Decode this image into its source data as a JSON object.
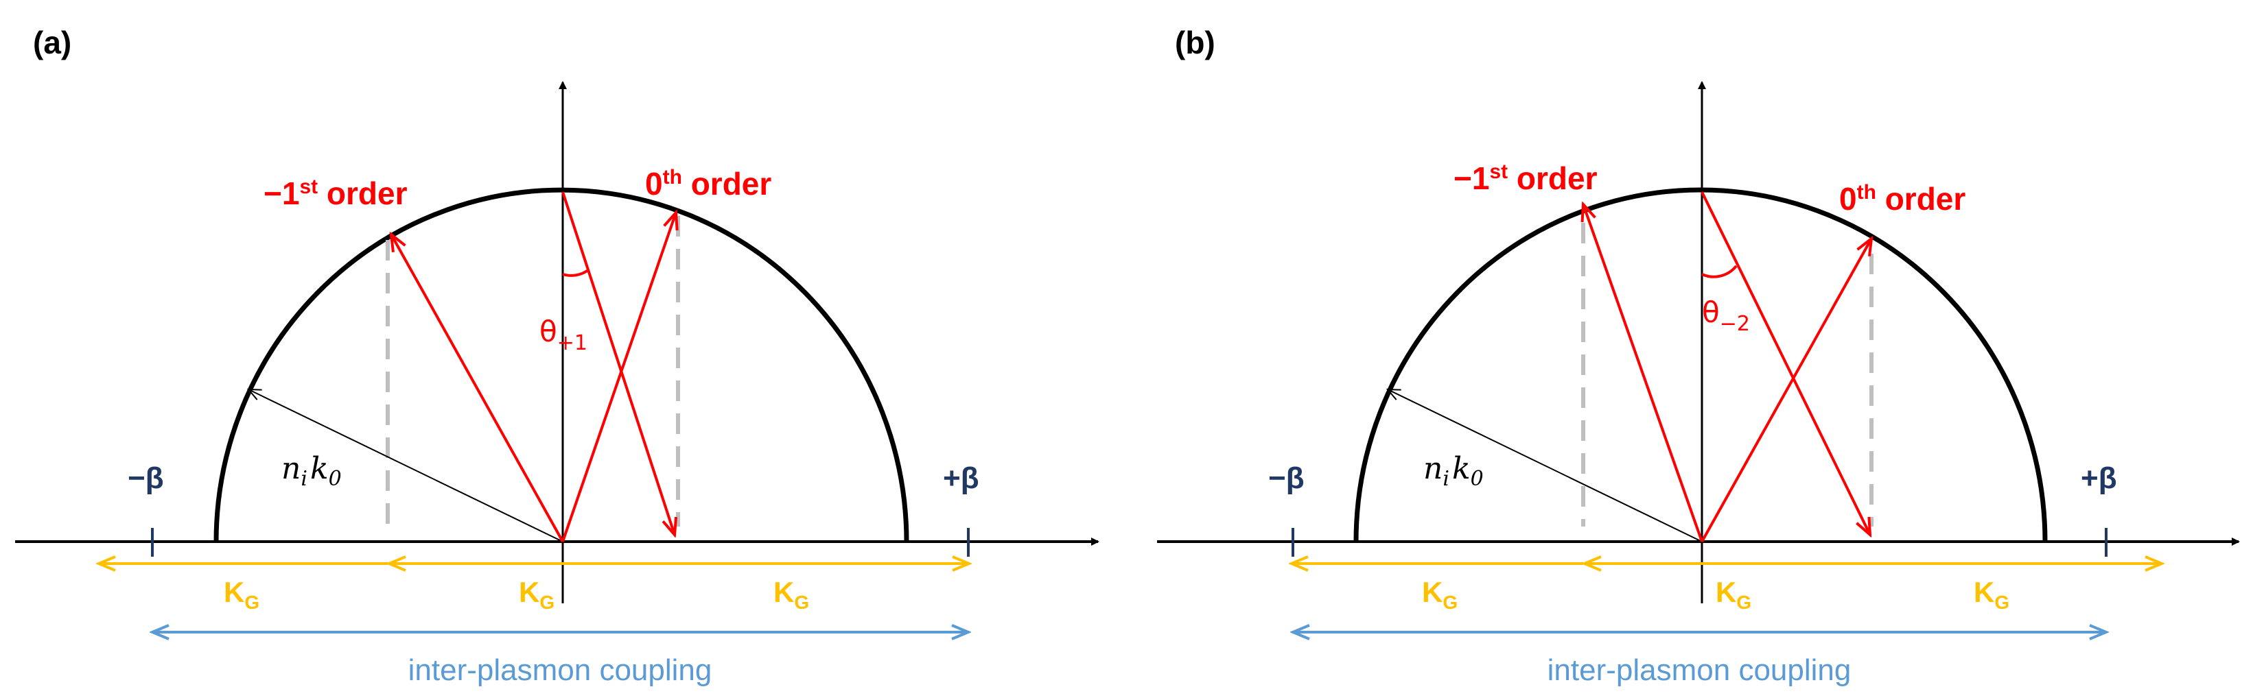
{
  "colors": {
    "axis": "#000000",
    "circle": "#000000",
    "ray": "#ff0000",
    "order_text": "#ff0000",
    "beta": "#1f3864",
    "kg": "#ffc000",
    "coupling": "#5b9bd5",
    "dashed": "#bfbfbf"
  },
  "panels": [
    {
      "label": "(a)",
      "minus_first": {
        "text": "−1",
        "sup": "st",
        "rest": " order"
      },
      "zeroth": {
        "text": "0",
        "sup": "th",
        "rest": " order"
      },
      "theta": {
        "symbol": "θ",
        "sub": "+1"
      },
      "radius_label": {
        "n": "n",
        "n_sub": "i",
        "k": "k",
        "k_sub": "0"
      },
      "minus_beta": "−β",
      "plus_beta": "+β",
      "kg_labels": [
        {
          "main": "K",
          "sub": "G"
        },
        {
          "main": "K",
          "sub": "G"
        },
        {
          "main": "K",
          "sub": "G"
        }
      ],
      "coupling": "inter-plasmon coupling"
    },
    {
      "label": "(b)",
      "minus_first": {
        "text": "−1",
        "sup": "st",
        "rest": " order"
      },
      "zeroth": {
        "text": "0",
        "sup": "th",
        "rest": " order"
      },
      "theta": {
        "symbol": "θ",
        "sub": "−2"
      },
      "radius_label": {
        "n": "n",
        "n_sub": "i",
        "k": "k",
        "k_sub": "0"
      },
      "minus_beta": "−β",
      "plus_beta": "+β",
      "kg_labels": [
        {
          "main": "K",
          "sub": "G"
        },
        {
          "main": "K",
          "sub": "G"
        },
        {
          "main": "K",
          "sub": "G"
        }
      ],
      "coupling": "inter-plasmon coupling"
    }
  ]
}
